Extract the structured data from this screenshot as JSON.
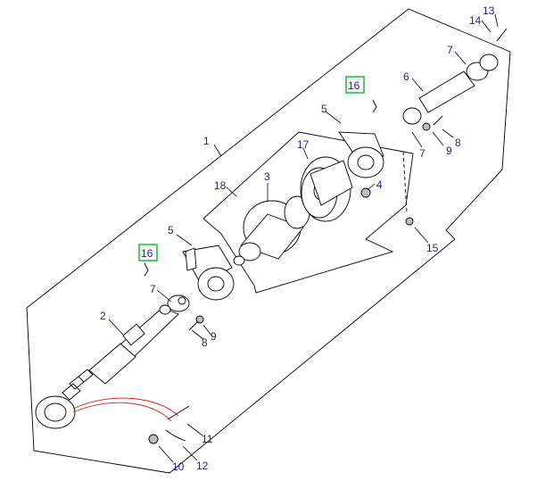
{
  "callouts": [
    {
      "id": "c1",
      "text": "1"
    },
    {
      "id": "c2",
      "text": "2"
    },
    {
      "id": "c3",
      "text": "3"
    },
    {
      "id": "c4",
      "text": "4"
    },
    {
      "id": "c5a",
      "text": "5"
    },
    {
      "id": "c5b",
      "text": "5"
    },
    {
      "id": "c6",
      "text": "6"
    },
    {
      "id": "c7a",
      "text": "7"
    },
    {
      "id": "c7b",
      "text": "7"
    },
    {
      "id": "c7c",
      "text": "7"
    },
    {
      "id": "c8a",
      "text": "8"
    },
    {
      "id": "c8b",
      "text": "8"
    },
    {
      "id": "c9a",
      "text": "9"
    },
    {
      "id": "c9b",
      "text": "9"
    },
    {
      "id": "c10",
      "text": "10"
    },
    {
      "id": "c11",
      "text": "11"
    },
    {
      "id": "c12",
      "text": "12"
    },
    {
      "id": "c13",
      "text": "13"
    },
    {
      "id": "c14",
      "text": "14"
    },
    {
      "id": "c15",
      "text": "15"
    },
    {
      "id": "c16a",
      "text": "16"
    },
    {
      "id": "c16b",
      "text": "16"
    },
    {
      "id": "c17",
      "text": "17"
    },
    {
      "id": "c18",
      "text": "18"
    }
  ],
  "colors": {
    "label": "#1f1f8f",
    "highlight": "#22c040",
    "harness": "#d42020"
  }
}
